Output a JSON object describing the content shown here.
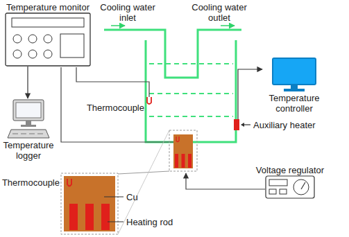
{
  "diagram": {
    "nodes": [
      {
        "text": [
          "Temperature monitor"
        ]
      },
      {
        "text": [
          "Temperature logger"
        ]
      },
      {
        "text": [
          "Temperature controller"
        ]
      },
      {
        "text": [
          "Auxiliary heater"
        ]
      },
      {
        "text": [
          "Voltage regulator"
        ]
      }
    ],
    "edges": [
      {
        "from": 0,
        "to": 1,
        "arrow": "to"
      },
      {
        "from": 3,
        "to": 2,
        "arrow": "to"
      }
    ],
    "labels": [
      "Cooling water inlet",
      "Cooling water outlet",
      "Thermocouple",
      "Thermocouple",
      "Cu",
      "Heating rod"
    ]
  }
}
